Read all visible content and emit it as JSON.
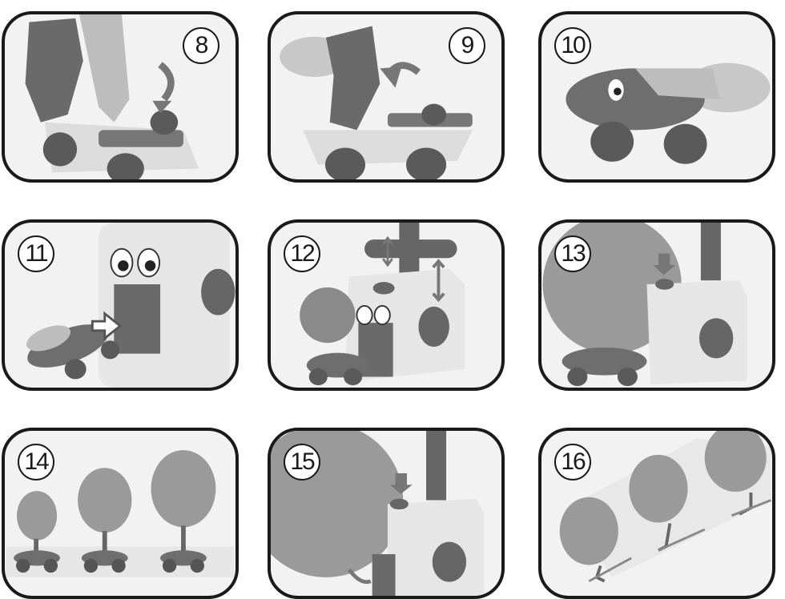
{
  "steps": [
    {
      "number": "8"
    },
    {
      "number": "9"
    },
    {
      "number": "10"
    },
    {
      "number": "11"
    },
    {
      "number": "12"
    },
    {
      "number": "13"
    },
    {
      "number": "14"
    },
    {
      "number": "15"
    },
    {
      "number": "16"
    }
  ],
  "colors": {
    "frame": "#1a1a1a",
    "balloon": "#8a8a8a",
    "car_body": "#6e6e6e",
    "wheel": "#555555",
    "pump_box": "#e6e6e6",
    "arrow": "#7a7a7a"
  }
}
